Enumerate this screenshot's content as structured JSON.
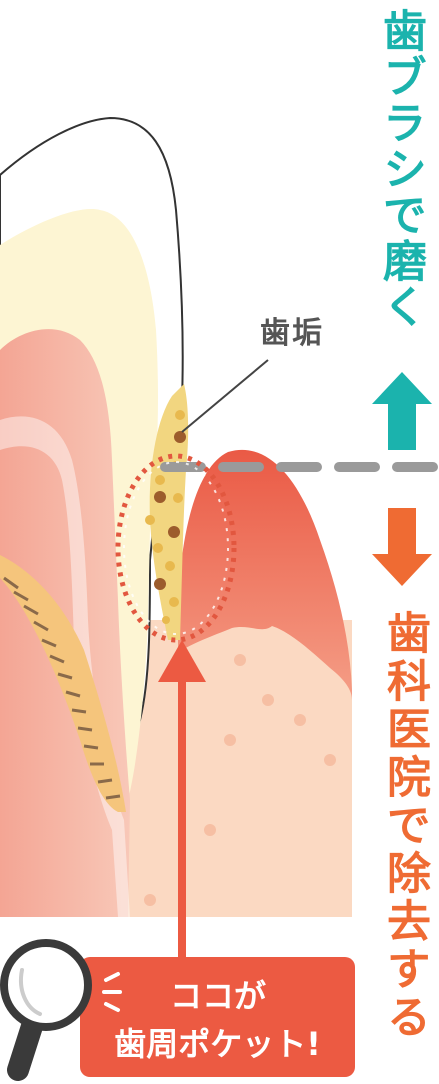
{
  "labels": {
    "brush": "歯ブラシで磨く",
    "clinic": "歯科医院で除去する",
    "plaque": "歯垢",
    "callout_line1": "ココが",
    "callout_line2": "歯周ポケット!"
  },
  "icons": {
    "up_arrow": "arrow-up-icon",
    "down_arrow": "arrow-down-icon",
    "pointer_arrow": "arrow-up-icon",
    "magnifier": "magnifying-glass-icon"
  },
  "colors": {
    "brush_text": "#1bb3ad",
    "up_arrow": "#1bb3ad",
    "clinic_text": "#ef6b33",
    "down_arrow": "#ef6b33",
    "callout_bg": "#ec5a42",
    "pointer_arrow": "#ec5a42",
    "dashed_line": "#9a9a9a",
    "gum": "#ef7a62",
    "bone": "#fbd9c2",
    "tooth": "#fdf8e4",
    "root": "#f6b6a3",
    "plaque": "#f2d680",
    "plaque_dot_brown": "#9c5c2c",
    "pocket_ring": "#e2573f",
    "label_text": "#555555"
  }
}
